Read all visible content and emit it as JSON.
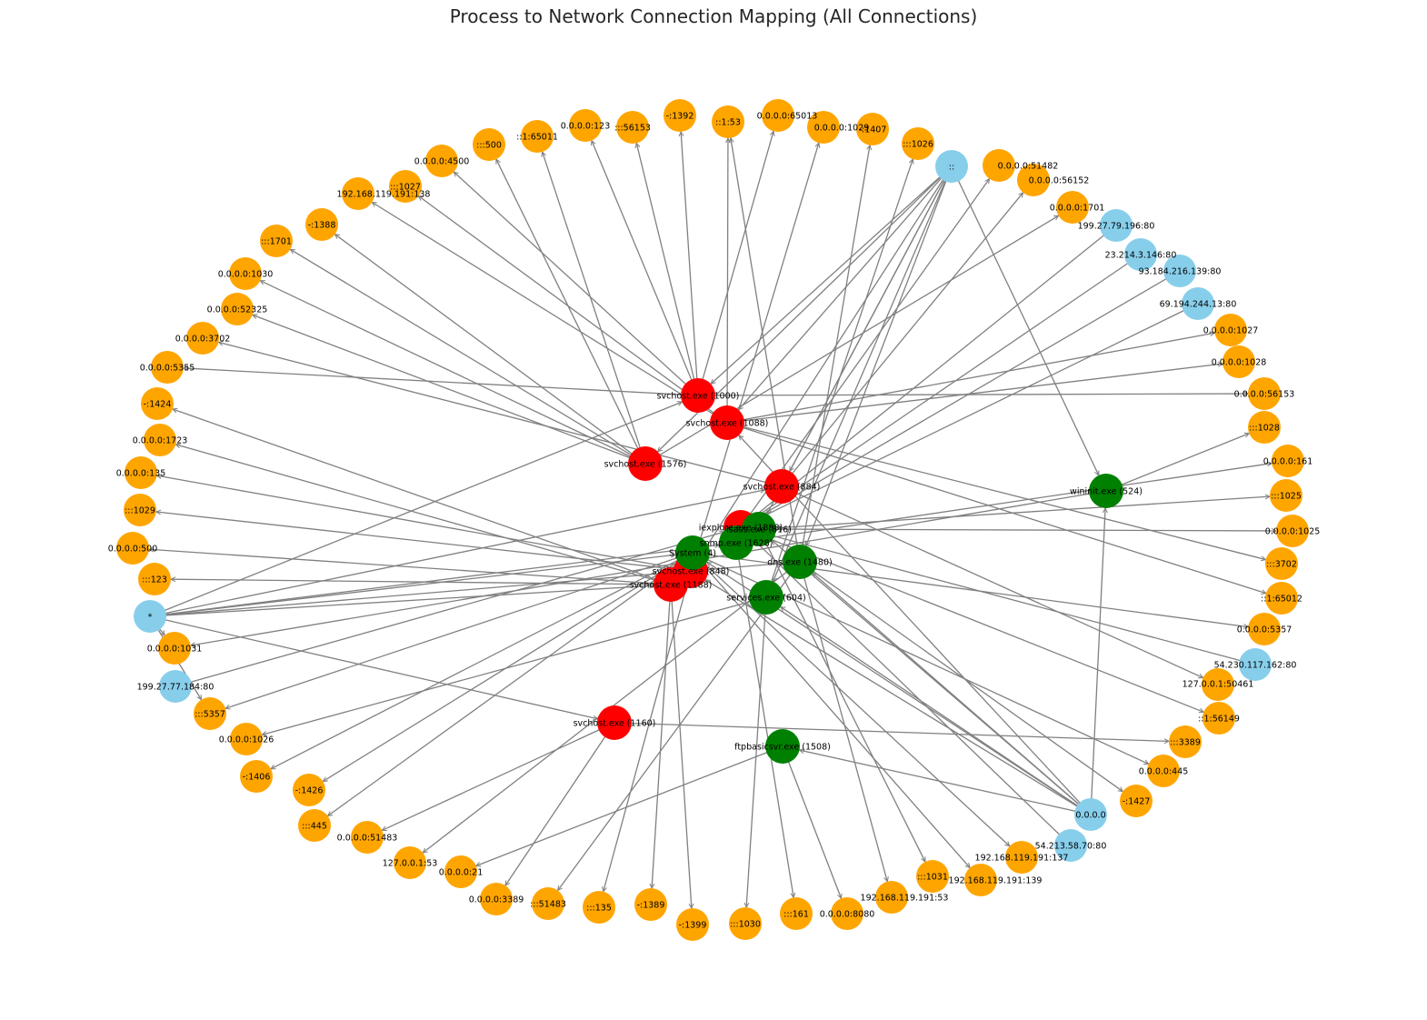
{
  "title": "Process to Network Connection Mapping (All Connections)",
  "colors": {
    "process_red": "#ff0000",
    "process_green": "#008000",
    "remote_blue": "#87ceeb",
    "endpoint_orange": "#ffa500",
    "edge": "#808080"
  },
  "nodes": [
    {
      "id": "p1000",
      "label": "svchost.exe (1000)",
      "kind": "process_red"
    },
    {
      "id": "p1088",
      "label": "svchost.exe (1088)",
      "kind": "process_red"
    },
    {
      "id": "p1576",
      "label": "svchost.exe (1576)",
      "kind": "process_red"
    },
    {
      "id": "p884",
      "label": "svchost.exe (884)",
      "kind": "process_red"
    },
    {
      "id": "p1888",
      "label": "iexplore.exe (1888)",
      "kind": "process_red"
    },
    {
      "id": "p848",
      "label": "svchost.exe (848)",
      "kind": "process_red"
    },
    {
      "id": "p1188",
      "label": "svchost.exe (1188)",
      "kind": "process_red"
    },
    {
      "id": "p1160",
      "label": "svchost.exe (1160)",
      "kind": "process_red"
    },
    {
      "id": "g_lsass",
      "label": "lsass.exe (616)",
      "kind": "process_green"
    },
    {
      "id": "g_snmp",
      "label": "snmp.exe (1628)",
      "kind": "process_green"
    },
    {
      "id": "g_sys",
      "label": "System (4)",
      "kind": "process_green"
    },
    {
      "id": "g_dns",
      "label": "dns.exe (1480)",
      "kind": "process_green"
    },
    {
      "id": "g_svc",
      "label": "services.exe (604)",
      "kind": "process_green"
    },
    {
      "id": "g_wininit",
      "label": "wininit.exe (524)",
      "kind": "process_green"
    },
    {
      "id": "g_ftp",
      "label": "ftpbasicsvr.exe (1508)",
      "kind": "process_green"
    },
    {
      "id": "b_dc",
      "label": "::",
      "kind": "remote_blue"
    },
    {
      "id": "b_star",
      "label": "*",
      "kind": "remote_blue"
    },
    {
      "id": "b_zero",
      "label": "0.0.0.0",
      "kind": "remote_blue"
    },
    {
      "id": "b_199_79",
      "label": "199.27.79.196:80",
      "kind": "remote_blue"
    },
    {
      "id": "b_23",
      "label": "23.214.3.146:80",
      "kind": "remote_blue"
    },
    {
      "id": "b_93",
      "label": "93.184.216.139:80",
      "kind": "remote_blue"
    },
    {
      "id": "b_69",
      "label": "69.194.244.13:80",
      "kind": "remote_blue"
    },
    {
      "id": "b_54_230",
      "label": "54.230.117.162:80",
      "kind": "remote_blue"
    },
    {
      "id": "b_54_213",
      "label": "54.213.58.70:80",
      "kind": "remote_blue"
    },
    {
      "id": "b_199_77",
      "label": "199.27.77.184:80",
      "kind": "remote_blue"
    },
    {
      "id": "o1",
      "label": "-:1392",
      "kind": "endpoint_orange"
    },
    {
      "id": "o2",
      "label": "::1:53",
      "kind": "endpoint_orange"
    },
    {
      "id": "o3",
      "label": "0.0.0.0:65013",
      "kind": "endpoint_orange"
    },
    {
      "id": "o4",
      "label": "0.0.0.0:1029",
      "kind": "endpoint_orange"
    },
    {
      "id": "o5",
      "label": "-:1407",
      "kind": "endpoint_orange"
    },
    {
      "id": "o6",
      "label": ":::1026",
      "kind": "endpoint_orange"
    },
    {
      "id": "o7",
      "label": "0.0.0.0:51482",
      "kind": "endpoint_orange"
    },
    {
      "id": "o8",
      "label": "0.0.0.0:56152",
      "kind": "endpoint_orange"
    },
    {
      "id": "o9",
      "label": "0.0.0.0:1701",
      "kind": "endpoint_orange"
    },
    {
      "id": "o10",
      "label": "0.0.0.0:1027",
      "kind": "endpoint_orange"
    },
    {
      "id": "o11",
      "label": "0.0.0.0:1028",
      "kind": "endpoint_orange"
    },
    {
      "id": "o12",
      "label": "0.0.0.0:56153",
      "kind": "endpoint_orange"
    },
    {
      "id": "o13",
      "label": ":::1028",
      "kind": "endpoint_orange"
    },
    {
      "id": "o14",
      "label": "0.0.0.0:161",
      "kind": "endpoint_orange"
    },
    {
      "id": "o15",
      "label": ":::1025",
      "kind": "endpoint_orange"
    },
    {
      "id": "o16",
      "label": "0.0.0.0:1025",
      "kind": "endpoint_orange"
    },
    {
      "id": "o17",
      "label": ":::3702",
      "kind": "endpoint_orange"
    },
    {
      "id": "o18",
      "label": "::1:65012",
      "kind": "endpoint_orange"
    },
    {
      "id": "o19",
      "label": "0.0.0.0:5357",
      "kind": "endpoint_orange"
    },
    {
      "id": "o20",
      "label": "127.0.0.1:50461",
      "kind": "endpoint_orange"
    },
    {
      "id": "o21",
      "label": "::1:56149",
      "kind": "endpoint_orange"
    },
    {
      "id": "o22",
      "label": ":::3389",
      "kind": "endpoint_orange"
    },
    {
      "id": "o23",
      "label": "0.0.0.0:445",
      "kind": "endpoint_orange"
    },
    {
      "id": "o24",
      "label": "-:1427",
      "kind": "endpoint_orange"
    },
    {
      "id": "o25",
      "label": "192.168.119.191:137",
      "kind": "endpoint_orange"
    },
    {
      "id": "o26",
      "label": "192.168.119.191:139",
      "kind": "endpoint_orange"
    },
    {
      "id": "o27",
      "label": ":::1031",
      "kind": "endpoint_orange"
    },
    {
      "id": "o28",
      "label": "192.168.119.191:53",
      "kind": "endpoint_orange"
    },
    {
      "id": "o29",
      "label": "0.0.0.0:8080",
      "kind": "endpoint_orange"
    },
    {
      "id": "o30",
      "label": ":::161",
      "kind": "endpoint_orange"
    },
    {
      "id": "o31",
      "label": ":::1030",
      "kind": "endpoint_orange"
    },
    {
      "id": "o32",
      "label": "-:1399",
      "kind": "endpoint_orange"
    },
    {
      "id": "o33",
      "label": "-:1389",
      "kind": "endpoint_orange"
    },
    {
      "id": "o34",
      "label": ":::135",
      "kind": "endpoint_orange"
    },
    {
      "id": "o35",
      "label": ":::51483",
      "kind": "endpoint_orange"
    },
    {
      "id": "o36",
      "label": "0.0.0.0:3389",
      "kind": "endpoint_orange"
    },
    {
      "id": "o37",
      "label": "0.0.0.0:21",
      "kind": "endpoint_orange"
    },
    {
      "id": "o38",
      "label": "127.0.0.1:53",
      "kind": "endpoint_orange"
    },
    {
      "id": "o39",
      "label": "0.0.0.0:51483",
      "kind": "endpoint_orange"
    },
    {
      "id": "o40",
      "label": ":::445",
      "kind": "endpoint_orange"
    },
    {
      "id": "o41",
      "label": "-:1426",
      "kind": "endpoint_orange"
    },
    {
      "id": "o42",
      "label": "-:1406",
      "kind": "endpoint_orange"
    },
    {
      "id": "o43",
      "label": "0.0.0.0:1026",
      "kind": "endpoint_orange"
    },
    {
      "id": "o44",
      "label": ":::5357",
      "kind": "endpoint_orange"
    },
    {
      "id": "o45",
      "label": "0.0.0.0:1031",
      "kind": "endpoint_orange"
    },
    {
      "id": "o46",
      "label": ":::123",
      "kind": "endpoint_orange"
    },
    {
      "id": "o47",
      "label": "0.0.0.0:500",
      "kind": "endpoint_orange"
    },
    {
      "id": "o48",
      "label": ":::1029",
      "kind": "endpoint_orange"
    },
    {
      "id": "o49",
      "label": "0.0.0.0:135",
      "kind": "endpoint_orange"
    },
    {
      "id": "o50",
      "label": "0.0.0.0:1723",
      "kind": "endpoint_orange"
    },
    {
      "id": "o51",
      "label": "-:1424",
      "kind": "endpoint_orange"
    },
    {
      "id": "o52",
      "label": "0.0.0.0:5355",
      "kind": "endpoint_orange"
    },
    {
      "id": "o53",
      "label": "0.0.0.0:3702",
      "kind": "endpoint_orange"
    },
    {
      "id": "o54",
      "label": "0.0.0.0:52325",
      "kind": "endpoint_orange"
    },
    {
      "id": "o55",
      "label": "0.0.0.0:1030",
      "kind": "endpoint_orange"
    },
    {
      "id": "o56",
      "label": ":::1701",
      "kind": "endpoint_orange"
    },
    {
      "id": "o57",
      "label": "-:1388",
      "kind": "endpoint_orange"
    },
    {
      "id": "o58",
      "label": "192.168.119.191:138",
      "kind": "endpoint_orange"
    },
    {
      "id": "o59",
      "label": ":::1027",
      "kind": "endpoint_orange"
    },
    {
      "id": "o60",
      "label": "0.0.0.0:4500",
      "kind": "endpoint_orange"
    },
    {
      "id": "o61",
      "label": ":::500",
      "kind": "endpoint_orange"
    },
    {
      "id": "o62",
      "label": "::1:65011",
      "kind": "endpoint_orange"
    },
    {
      "id": "o63",
      "label": "0.0.0.0:123",
      "kind": "endpoint_orange"
    },
    {
      "id": "o64",
      "label": ":::56153",
      "kind": "endpoint_orange"
    }
  ],
  "edges": [
    [
      "p1000",
      "o1"
    ],
    [
      "p1000",
      "o64"
    ],
    [
      "p1000",
      "o63"
    ],
    [
      "p1000",
      "o60"
    ],
    [
      "p1000",
      "o3"
    ],
    [
      "p1000",
      "o52"
    ],
    [
      "p1000",
      "o12"
    ],
    [
      "b_dc",
      "p1000"
    ],
    [
      "b_star",
      "p1000"
    ],
    [
      "p1088",
      "o2"
    ],
    [
      "p1088",
      "o59"
    ],
    [
      "p1088",
      "o58"
    ],
    [
      "p1088",
      "o11"
    ],
    [
      "p1088",
      "o18"
    ],
    [
      "p1088",
      "o17"
    ],
    [
      "p1088",
      "o10"
    ],
    [
      "b_dc",
      "p1088"
    ],
    [
      "b_zero",
      "p1088"
    ],
    [
      "p1576",
      "o61"
    ],
    [
      "p1576",
      "o62"
    ],
    [
      "p1576",
      "o57"
    ],
    [
      "p1576",
      "o56"
    ],
    [
      "p1576",
      "o55"
    ],
    [
      "p1576",
      "o54"
    ],
    [
      "p1576",
      "o9"
    ],
    [
      "b_dc",
      "p1576"
    ],
    [
      "p884",
      "o8"
    ],
    [
      "p884",
      "o53"
    ],
    [
      "p884",
      "o20"
    ],
    [
      "b_dc",
      "p884"
    ],
    [
      "b_star",
      "p884"
    ],
    [
      "p1888",
      "o7"
    ],
    [
      "p1888",
      "o21"
    ],
    [
      "b_199_79",
      "p1888"
    ],
    [
      "b_23",
      "p1888"
    ],
    [
      "b_93",
      "p1888"
    ],
    [
      "b_69",
      "p1888"
    ],
    [
      "b_54_230",
      "p1888"
    ],
    [
      "b_54_213",
      "p1888"
    ],
    [
      "b_199_77",
      "p1888"
    ],
    [
      "p848",
      "o49"
    ],
    [
      "p848",
      "o34"
    ],
    [
      "p848",
      "o4"
    ],
    [
      "p848",
      "o48"
    ],
    [
      "b_dc",
      "p848"
    ],
    [
      "b_zero",
      "p848"
    ],
    [
      "p1188",
      "o51"
    ],
    [
      "p1188",
      "o50"
    ],
    [
      "p1188",
      "o46"
    ],
    [
      "p1188",
      "o47"
    ],
    [
      "p1188",
      "o33"
    ],
    [
      "p1188",
      "o32"
    ],
    [
      "b_star",
      "p1188"
    ],
    [
      "p1160",
      "o36"
    ],
    [
      "p1160",
      "o39"
    ],
    [
      "p1160",
      "o22"
    ],
    [
      "b_star",
      "p1160"
    ],
    [
      "g_lsass",
      "o16"
    ],
    [
      "g_lsass",
      "o15"
    ],
    [
      "g_lsass",
      "o27"
    ],
    [
      "b_dc",
      "g_lsass"
    ],
    [
      "b_zero",
      "g_lsass"
    ],
    [
      "g_snmp",
      "o14"
    ],
    [
      "g_snmp",
      "o30"
    ],
    [
      "b_star",
      "g_snmp"
    ],
    [
      "g_sys",
      "o23"
    ],
    [
      "g_sys",
      "o40"
    ],
    [
      "g_sys",
      "o25"
    ],
    [
      "g_sys",
      "o26"
    ],
    [
      "g_sys",
      "o44"
    ],
    [
      "g_sys",
      "o19"
    ],
    [
      "g_sys",
      "o42"
    ],
    [
      "g_sys",
      "o41"
    ],
    [
      "b_star",
      "g_sys"
    ],
    [
      "b_zero",
      "g_sys"
    ],
    [
      "g_dns",
      "o28"
    ],
    [
      "g_dns",
      "o38"
    ],
    [
      "g_dns",
      "o2"
    ],
    [
      "g_dns",
      "o5"
    ],
    [
      "g_dns",
      "o24"
    ],
    [
      "g_dns",
      "o35"
    ],
    [
      "b_dc",
      "g_dns"
    ],
    [
      "b_star",
      "g_dns"
    ],
    [
      "b_zero",
      "g_dns"
    ],
    [
      "g_svc",
      "o43"
    ],
    [
      "g_svc",
      "o31"
    ],
    [
      "g_svc",
      "o6"
    ],
    [
      "b_dc",
      "g_svc"
    ],
    [
      "b_zero",
      "g_svc"
    ],
    [
      "g_wininit",
      "o45"
    ],
    [
      "g_wininit",
      "o13"
    ],
    [
      "b_dc",
      "g_wininit"
    ],
    [
      "b_zero",
      "g_wininit"
    ],
    [
      "g_ftp",
      "o37"
    ],
    [
      "g_ftp",
      "o29"
    ],
    [
      "b_zero",
      "g_ftp"
    ],
    [
      "b_star",
      "o45"
    ],
    [
      "b_star",
      "o44"
    ]
  ]
}
